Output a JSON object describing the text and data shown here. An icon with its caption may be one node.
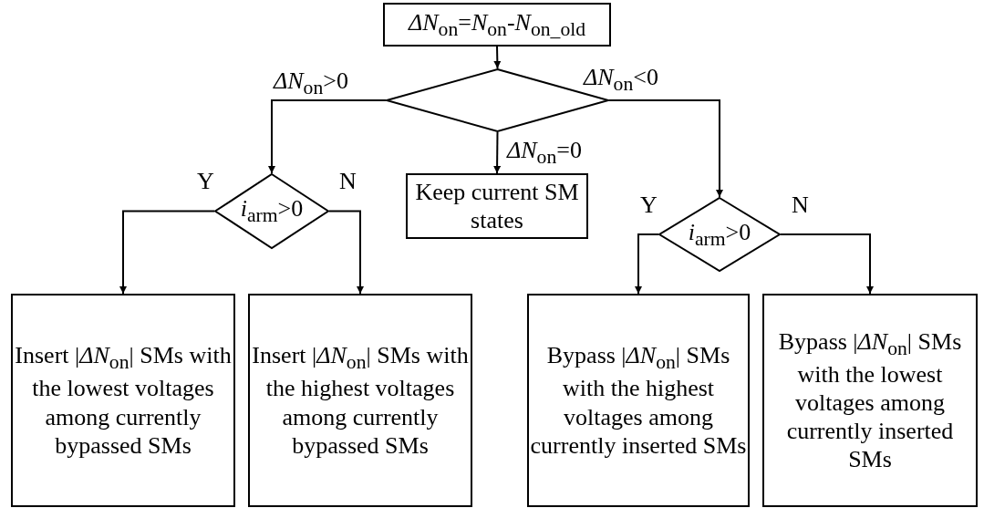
{
  "diagram": {
    "nodes": [
      {
        "text": [
          "*ΔN*$_{on}$=*N*$_{on}$-*N*$_{on_old}$"
        ]
      },
      {
        "text": [],
        "shape": "diamond"
      },
      {
        "text": [
          "*i*$_{arm}$>0"
        ]
      },
      {
        "text": [
          "Keep current SM states"
        ]
      },
      {
        "text": [
          "*i*$_{arm}$>0"
        ]
      },
      {
        "text": [
          "Insert |*ΔN*$_{on}$| SMs with the lowest voltages among currently bypassed SMs"
        ]
      },
      {
        "text": [
          "Insert |*ΔN*$_{on}$| SMs with the highest voltages among currently bypassed SMs"
        ]
      },
      {
        "text": [
          "Bypass |*ΔN*$_{on}$| SMs with the highest voltages among currently inserted SMs"
        ]
      },
      {
        "text": [
          "Bypass |*ΔN*$_{on}$| SMs with the lowest voltages among currently inserted SMs"
        ]
      }
    ],
    "edges": [
      {
        "from": 0,
        "to": 1,
        "arrow": "to"
      },
      {
        "from": 1,
        "to": 2,
        "arrow": "to",
        "label": "*ΔN*$_{on}$>0"
      },
      {
        "from": 1,
        "to": 3,
        "arrow": "to",
        "label": "*ΔN*$_{on}$=0"
      },
      {
        "from": 1,
        "to": 4,
        "arrow": "to",
        "label": "*ΔN*$_{on}$<0"
      },
      {
        "from": 2,
        "to": 5,
        "arrow": "to",
        "label": "Y"
      },
      {
        "from": 2,
        "to": 6,
        "arrow": "to",
        "label": "N"
      },
      {
        "from": 4,
        "to": 7,
        "arrow": "to",
        "label": "Y"
      },
      {
        "from": 4,
        "to": 8,
        "arrow": "to",
        "label": "N"
      }
    ]
  }
}
